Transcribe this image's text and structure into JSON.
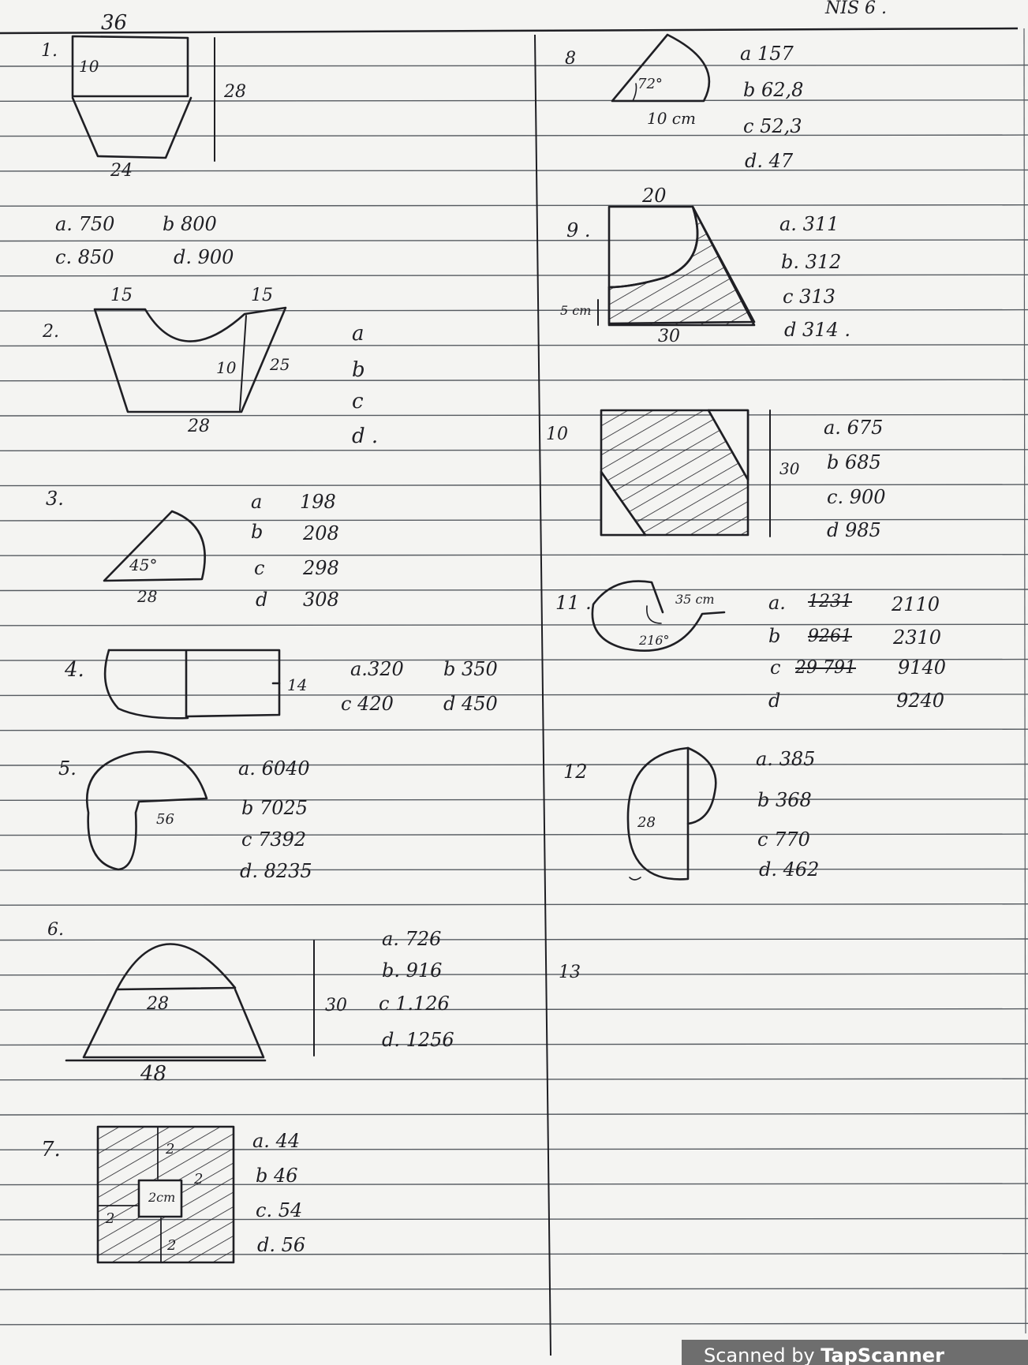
{
  "header": {
    "left": "36",
    "right": "NIS 6 ."
  },
  "q1": {
    "num": "1.",
    "top": "10",
    "height": "28",
    "bottom": "24",
    "opts": [
      "a. 750",
      "b 800",
      "c. 850",
      "d. 900"
    ]
  },
  "q2": {
    "num": "2.",
    "left": "15",
    "right": "15",
    "inner": "10",
    "slant": "25",
    "bottom": "28",
    "opts": [
      "a",
      "b",
      "c",
      "d ."
    ]
  },
  "q3": {
    "num": "3.",
    "angle": "45°",
    "base": "28",
    "opts": [
      "a",
      "b",
      "c",
      "d"
    ],
    "vals": [
      "198",
      "208",
      "298",
      "308"
    ]
  },
  "q4": {
    "num": "4.",
    "side": "14",
    "opts": [
      "a.320",
      "b 350",
      "c 420",
      "d 450"
    ]
  },
  "q5": {
    "num": "5.",
    "dim": "56",
    "opts": [
      "a. 6040",
      "b 7025",
      "c 7392",
      "d. 8235"
    ]
  },
  "q6": {
    "num": "6.",
    "top": "28",
    "base": "48",
    "height": "30",
    "opts": [
      "a. 726",
      "b. 916",
      "c 1.126",
      "d. 1256"
    ]
  },
  "q7": {
    "num": "7.",
    "d1": "2",
    "d2": "2",
    "d3": "2",
    "d4": "2",
    "inner": "2cm",
    "opts": [
      "a. 44",
      "b 46",
      "c. 54",
      "d. 56"
    ]
  },
  "q8": {
    "num": "8",
    "angle": "72°",
    "radius": "10 cm",
    "opts": [
      "a 157",
      "b 62,8",
      "c 52,3",
      "d. 47"
    ]
  },
  "q9": {
    "num": "9 .",
    "top": "20",
    "side": "5 cm",
    "base": "30",
    "opts": [
      "a. 311",
      "b. 312",
      "c 313",
      "d 314 ."
    ]
  },
  "q10": {
    "num": "10",
    "height": "30",
    "opts": [
      "a. 675",
      "b 685",
      "c. 900",
      "d 985"
    ]
  },
  "q11": {
    "num": "11 .",
    "radius": "35 cm",
    "angle": "216°",
    "labels": [
      "a.",
      "b",
      "c",
      "d"
    ],
    "struck": [
      "1231",
      "9261",
      "29 791"
    ],
    "vals": [
      "2110",
      "2310",
      "9140",
      "9240"
    ]
  },
  "q12": {
    "num": "12",
    "dim": "28",
    "opts": [
      "a. 385",
      "b 368",
      "c 770",
      "d. 462"
    ]
  },
  "q13": {
    "num": "13"
  },
  "badge": {
    "prefix": "Scanned by ",
    "brand": "TapScanner"
  },
  "colors": {
    "ink": "#1f1f24",
    "paper": "#f4f4f2",
    "ruling": "#555a60",
    "badge": "#6e6e6e"
  }
}
